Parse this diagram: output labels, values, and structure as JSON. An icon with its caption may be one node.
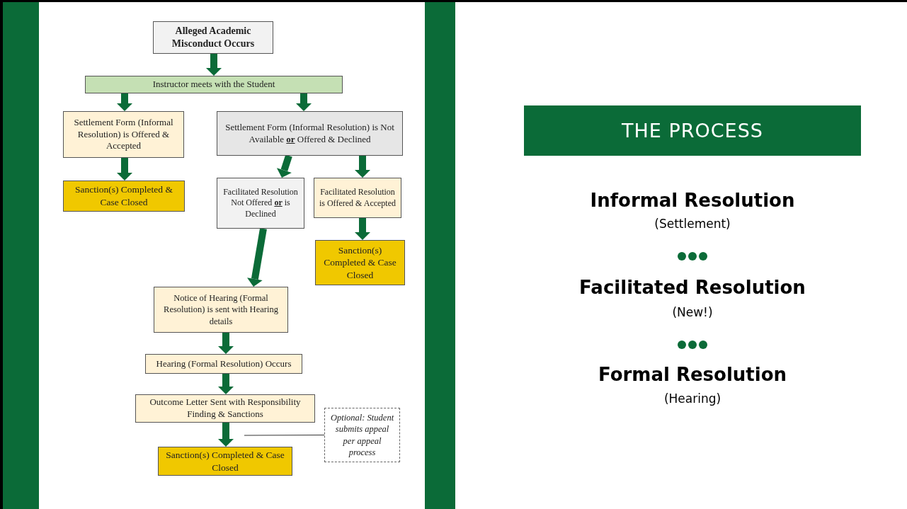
{
  "diagram": {
    "title": "THE PROCESS",
    "nodes": [
      {
        "text": [
          "Alleged Academic Misconduct Occurs"
        ]
      },
      {
        "text": [
          "Instructor meets with the Student"
        ]
      },
      {
        "text": [
          "Settlement Form (Informal Resolution) is Offered & Accepted"
        ]
      },
      {
        "text": [
          "Settlement Form (Informal Resolution) is Not Available **or** Offered & Declined"
        ]
      },
      {
        "text": [
          "Sanction(s) Completed & Case Closed"
        ]
      },
      {
        "text": [
          "Facilitated Resolution Not Offered **or** is Declined"
        ]
      },
      {
        "text": [
          "Facilitated Resolution is Offered & Accepted"
        ]
      },
      {
        "text": [
          "Sanction(s) Completed & Case Closed"
        ]
      },
      {
        "text": [
          "Notice of Hearing (Formal Resolution) is sent with Hearing details"
        ]
      },
      {
        "text": [
          "Hearing (Formal Resolution) Occurs"
        ]
      },
      {
        "text": [
          "Outcome Letter Sent with Responsibility Finding & Sanctions"
        ]
      },
      {
        "text": [
          "Sanction(s) Completed & Case Closed"
        ]
      },
      {
        "text": [
          "Optional: Student submits appeal per appeal process"
        ]
      }
    ],
    "edges": [
      {
        "from": 0,
        "to": 1,
        "arrow": "to"
      },
      {
        "from": 1,
        "to": 2,
        "arrow": "to"
      },
      {
        "from": 1,
        "to": 3,
        "arrow": "to"
      },
      {
        "from": 2,
        "to": 4,
        "arrow": "to"
      },
      {
        "from": 3,
        "to": 5,
        "arrow": "to"
      },
      {
        "from": 3,
        "to": 6,
        "arrow": "to"
      },
      {
        "from": 6,
        "to": 7,
        "arrow": "to"
      },
      {
        "from": 5,
        "to": 8,
        "arrow": "to"
      },
      {
        "from": 8,
        "to": 9,
        "arrow": "to"
      },
      {
        "from": 9,
        "to": 10,
        "arrow": "to"
      },
      {
        "from": 10,
        "to": 11,
        "arrow": "to"
      },
      {
        "from": 12,
        "to": null,
        "arrow": "none"
      }
    ],
    "labels": [
      "Informal Resolution",
      "(Settlement)",
      "Facilitated Resolution",
      "(New!)",
      "Formal Resolution",
      "(Hearing)"
    ]
  }
}
